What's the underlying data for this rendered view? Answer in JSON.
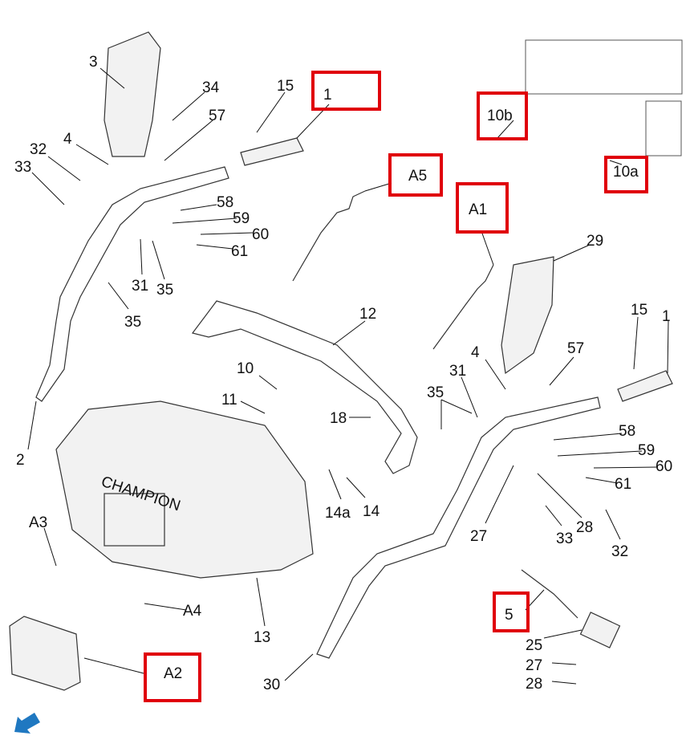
{
  "diagram": {
    "callouts": [
      "3",
      "34",
      "57",
      "15",
      "4",
      "32",
      "33",
      "58",
      "59",
      "60",
      "61",
      "31",
      "35",
      "35",
      "12",
      "29",
      "15",
      "1",
      "57",
      "4",
      "31",
      "35",
      "10",
      "11",
      "18",
      "58",
      "59",
      "60",
      "61",
      "14a",
      "14",
      "28",
      "27",
      "33",
      "32",
      "2",
      "A3",
      "A4",
      "13",
      "25",
      "27",
      "28",
      "30"
    ],
    "highlighted": [
      "1",
      "A5",
      "A1",
      "10b",
      "10a",
      "5",
      "A2"
    ],
    "highlight_color": "#e0000a",
    "brand_text": "CHAMPION",
    "nav_icon": "arrow-down-left-icon",
    "nav_icon_color": "#1f78c1"
  }
}
